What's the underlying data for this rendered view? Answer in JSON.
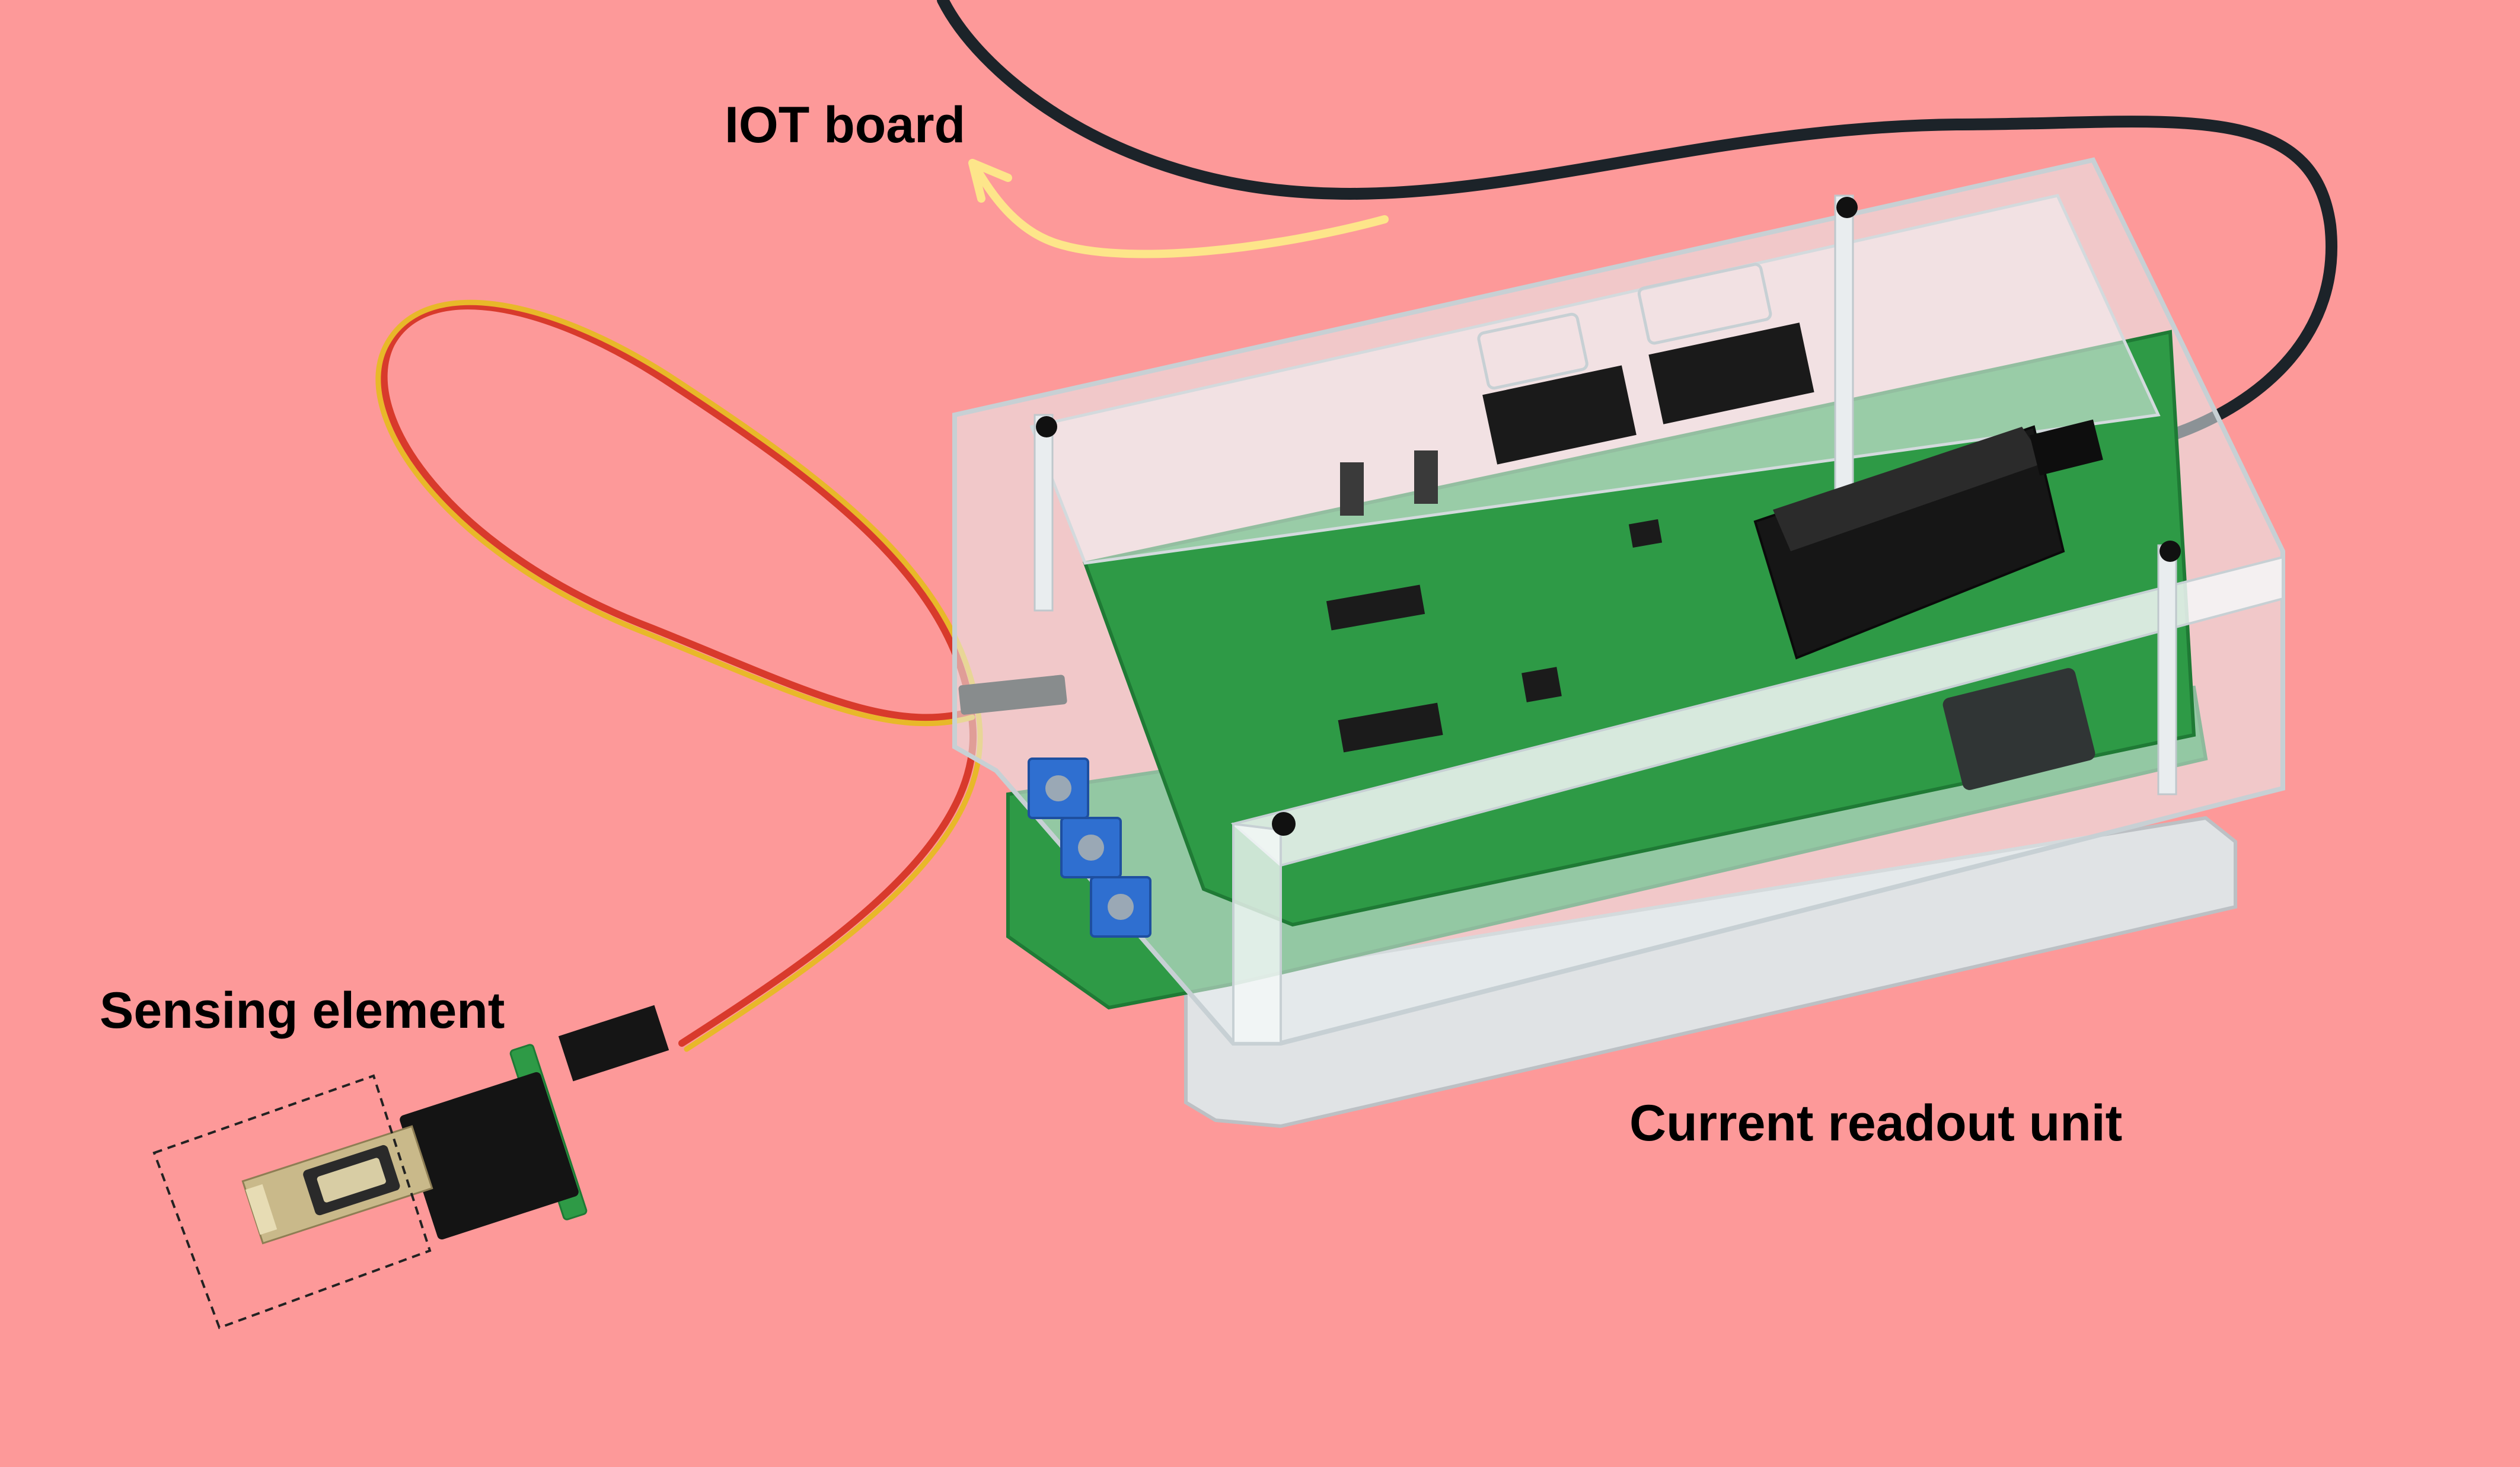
{
  "labels": {
    "iot_board": "IOT board",
    "sensing_element": "Sensing element",
    "current_readout_unit": "Current readout unit"
  },
  "colors": {
    "background": "#fd9999",
    "pcb_green": "#2e9a46",
    "pcb_dark_green": "#1f7a35",
    "acrylic": "#e8eef0",
    "terminal_blue": "#2f6fd0",
    "arrow_yellow": "#fde58a",
    "cable_black": "#1c2329",
    "wire_red": "#d83a2c",
    "wire_yellow": "#e8b829"
  },
  "objects": [
    "black-usb-cable",
    "red-yellow-sensor-wires",
    "sensing-element-chip",
    "acrylic-enclosure",
    "green-pcb-board",
    "iot-microcontroller-module",
    "blue-screw-terminals",
    "dashed-selection-box",
    "yellow-arrow"
  ]
}
